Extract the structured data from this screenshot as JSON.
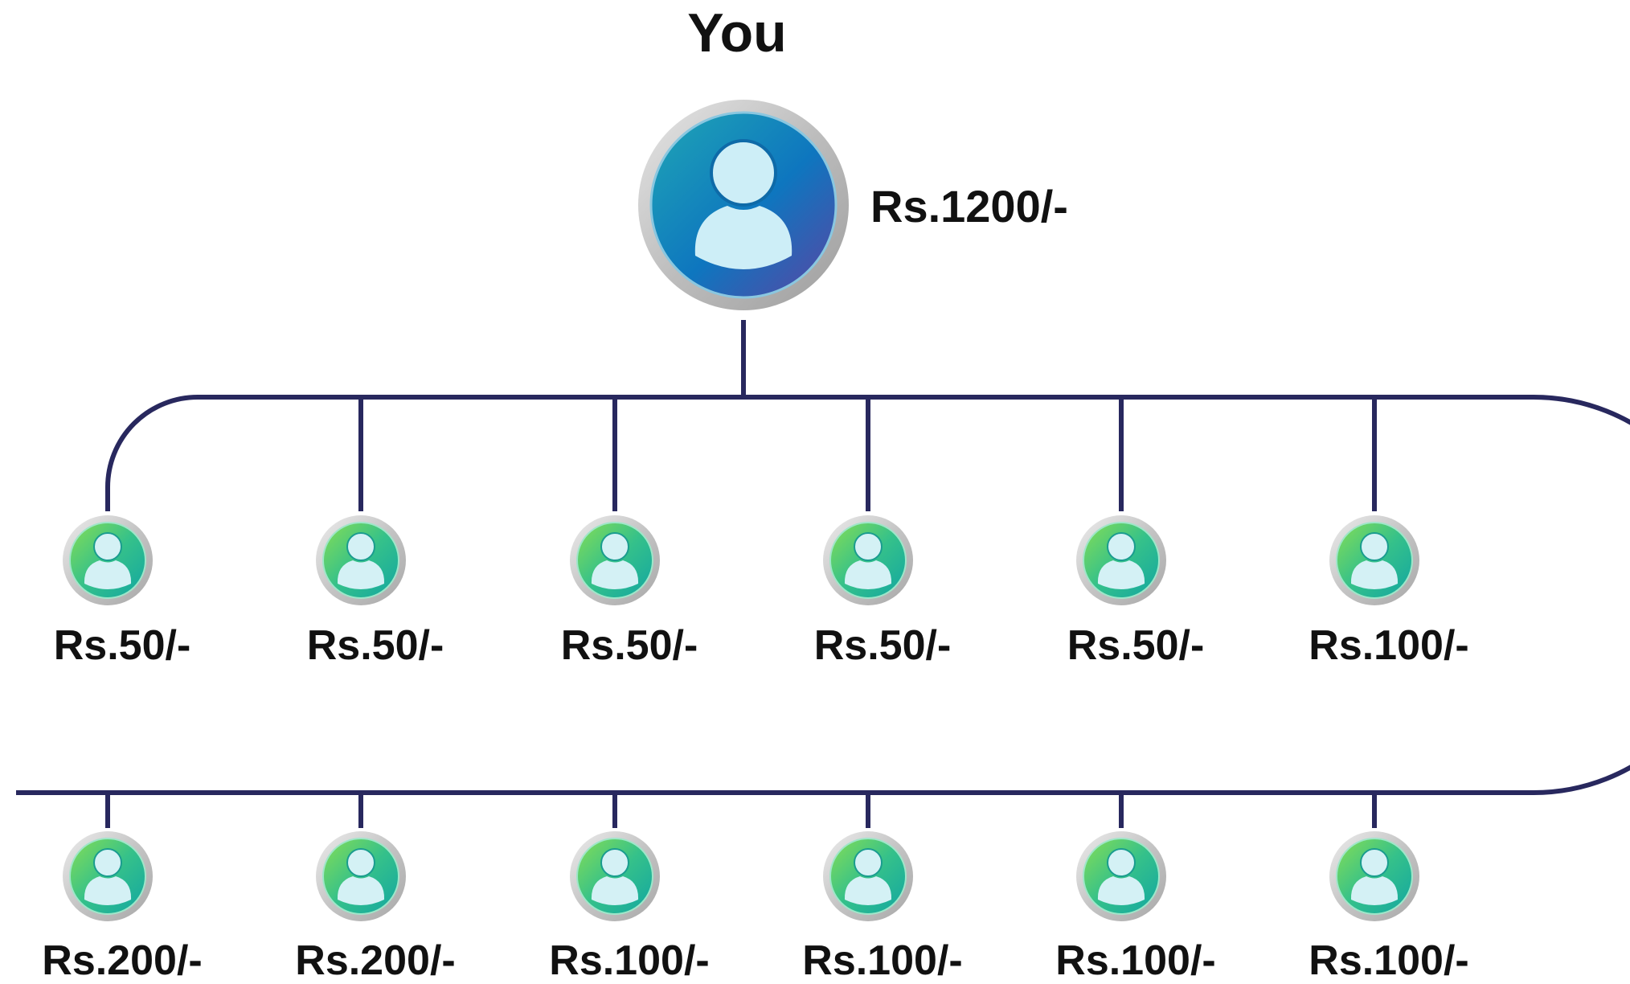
{
  "root": {
    "title": "You",
    "amount": "Rs.1200/-",
    "icon": "user-icon",
    "colors": {
      "ring": "#b8b8b8",
      "fill_start": "#1a9bb8",
      "fill_end": "#5a4aa6",
      "glyph": "#cdeef7"
    }
  },
  "level1": [
    {
      "amount": "Rs.50/-",
      "icon": "user-icon"
    },
    {
      "amount": "Rs.50/-",
      "icon": "user-icon"
    },
    {
      "amount": "Rs.50/-",
      "icon": "user-icon"
    },
    {
      "amount": "Rs.50/-",
      "icon": "user-icon"
    },
    {
      "amount": "Rs.50/-",
      "icon": "user-icon"
    },
    {
      "amount": "Rs.100/-",
      "icon": "user-icon"
    }
  ],
  "level2": [
    {
      "amount": "Rs.200/-",
      "icon": "user-icon"
    },
    {
      "amount": "Rs.200/-",
      "icon": "user-icon"
    },
    {
      "amount": "Rs.100/-",
      "icon": "user-icon"
    },
    {
      "amount": "Rs.100/-",
      "icon": "user-icon"
    },
    {
      "amount": "Rs.100/-",
      "icon": "user-icon"
    },
    {
      "amount": "Rs.100/-",
      "icon": "user-icon"
    }
  ],
  "colors": {
    "connector": "#28285e",
    "child_fill_start": "#7fd857",
    "child_fill_end": "#17ab9f",
    "child_glyph": "#d4f1f5",
    "label_text": "#111111"
  }
}
